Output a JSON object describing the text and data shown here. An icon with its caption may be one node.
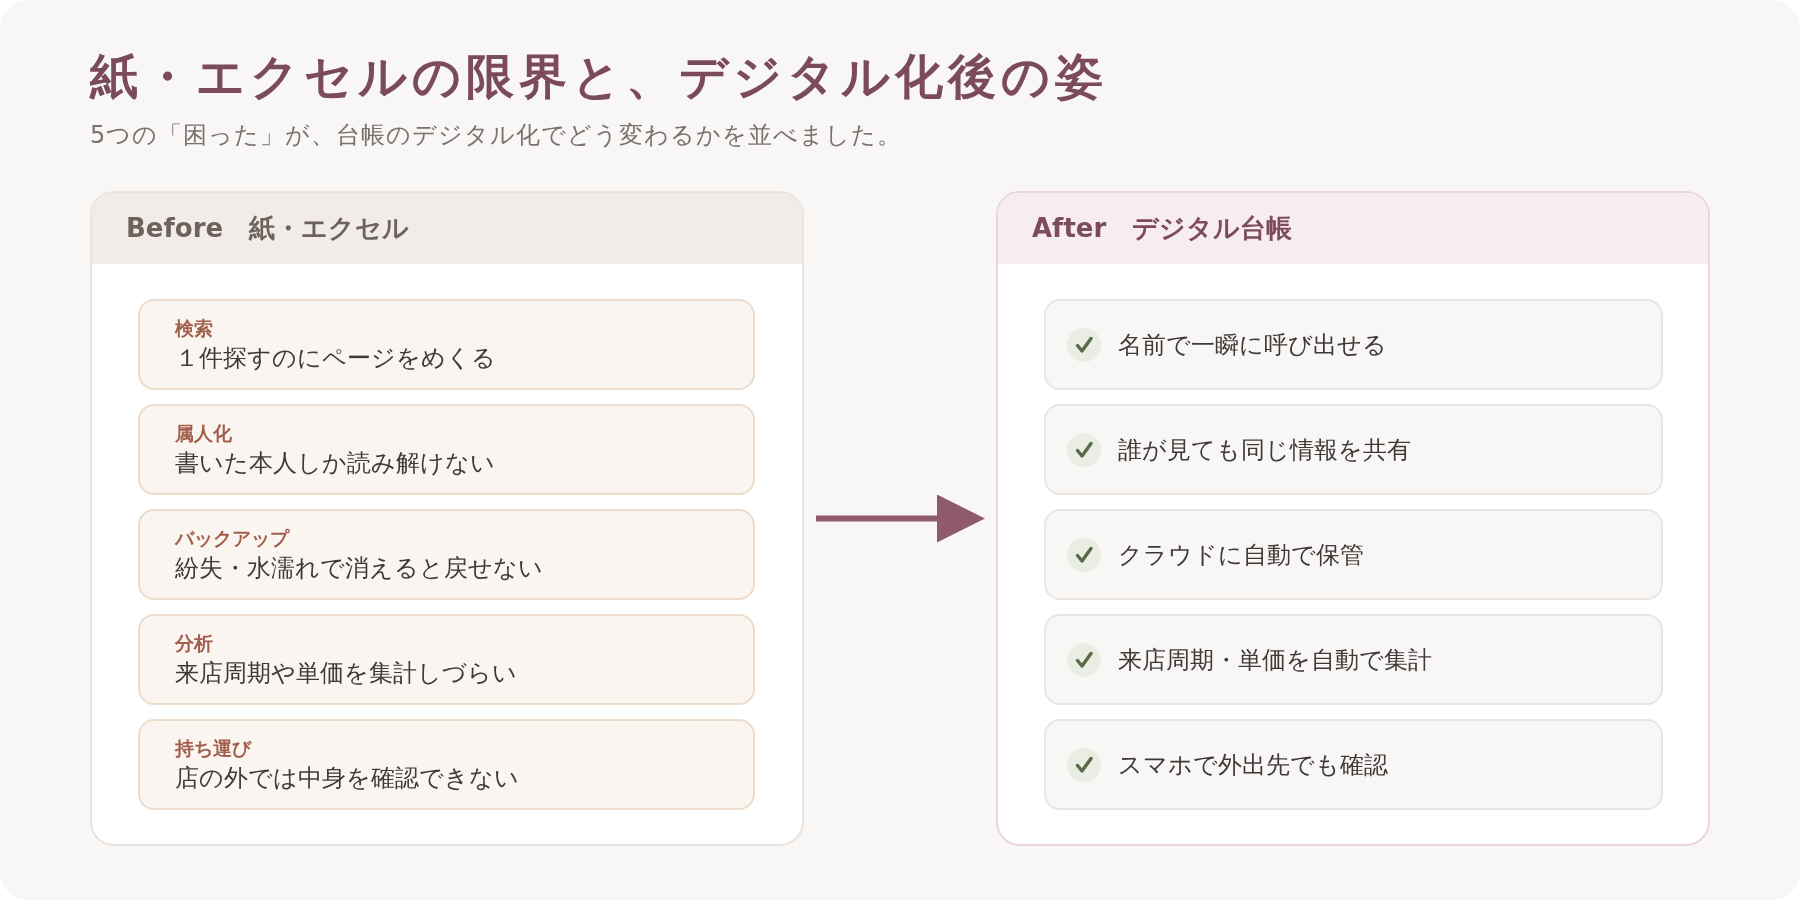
{
  "diagram": {
    "title": "紙・エクセルの限界と、デジタル化後の姿",
    "nodes": [
      {
        "text": [
          "Before　紙・エクセル"
        ]
      },
      {
        "text": [
          "検索",
          "１件探すのにページをめくる"
        ],
        "in": 0
      },
      {
        "text": [
          "属人化",
          "書いた本人しか読み解けない"
        ],
        "in": 0
      },
      {
        "text": [
          "バックアップ",
          "紛失・水濡れで消えると戻せない"
        ],
        "in": 0
      },
      {
        "text": [
          "分析",
          "来店周期や単価を集計しづらい"
        ],
        "in": 0
      },
      {
        "text": [
          "持ち運び",
          "店の外では中身を確認できない"
        ],
        "in": 0
      },
      {
        "text": [
          "After　デジタル台帳"
        ]
      },
      {
        "text": [
          "名前で一瞬に呼び出せる"
        ],
        "in": 6
      },
      {
        "text": [
          "誰が見ても同じ情報を共有"
        ],
        "in": 6
      },
      {
        "text": [
          "クラウドに自動で保管"
        ],
        "in": 6
      },
      {
        "text": [
          "来店周期・単価を自動で集計"
        ],
        "in": 6
      },
      {
        "text": [
          "スマホで外出先でも確認"
        ],
        "in": 6
      }
    ],
    "edges": [
      {
        "from": 0,
        "to": 6,
        "arrow": "to"
      }
    ],
    "labels": [
      "5つの「困った」が、台帳のデジタル化でどう変わるかを並べました。"
    ]
  }
}
